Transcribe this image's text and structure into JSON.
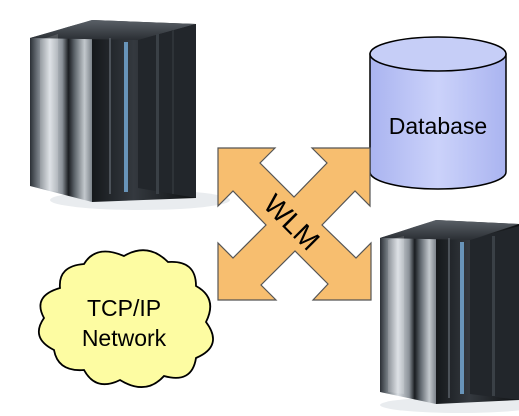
{
  "database": {
    "label": "Database"
  },
  "workload_manager": {
    "label": "WLM"
  },
  "network": {
    "line1": "TCP/IP",
    "line2": "Network"
  },
  "colors": {
    "database_fill": "#c6cef7",
    "arrow_fill": "#f7be6f",
    "cloud_fill": "#fdfca2",
    "server_dark": "#1e2226",
    "server_light": "#c9ced3"
  }
}
